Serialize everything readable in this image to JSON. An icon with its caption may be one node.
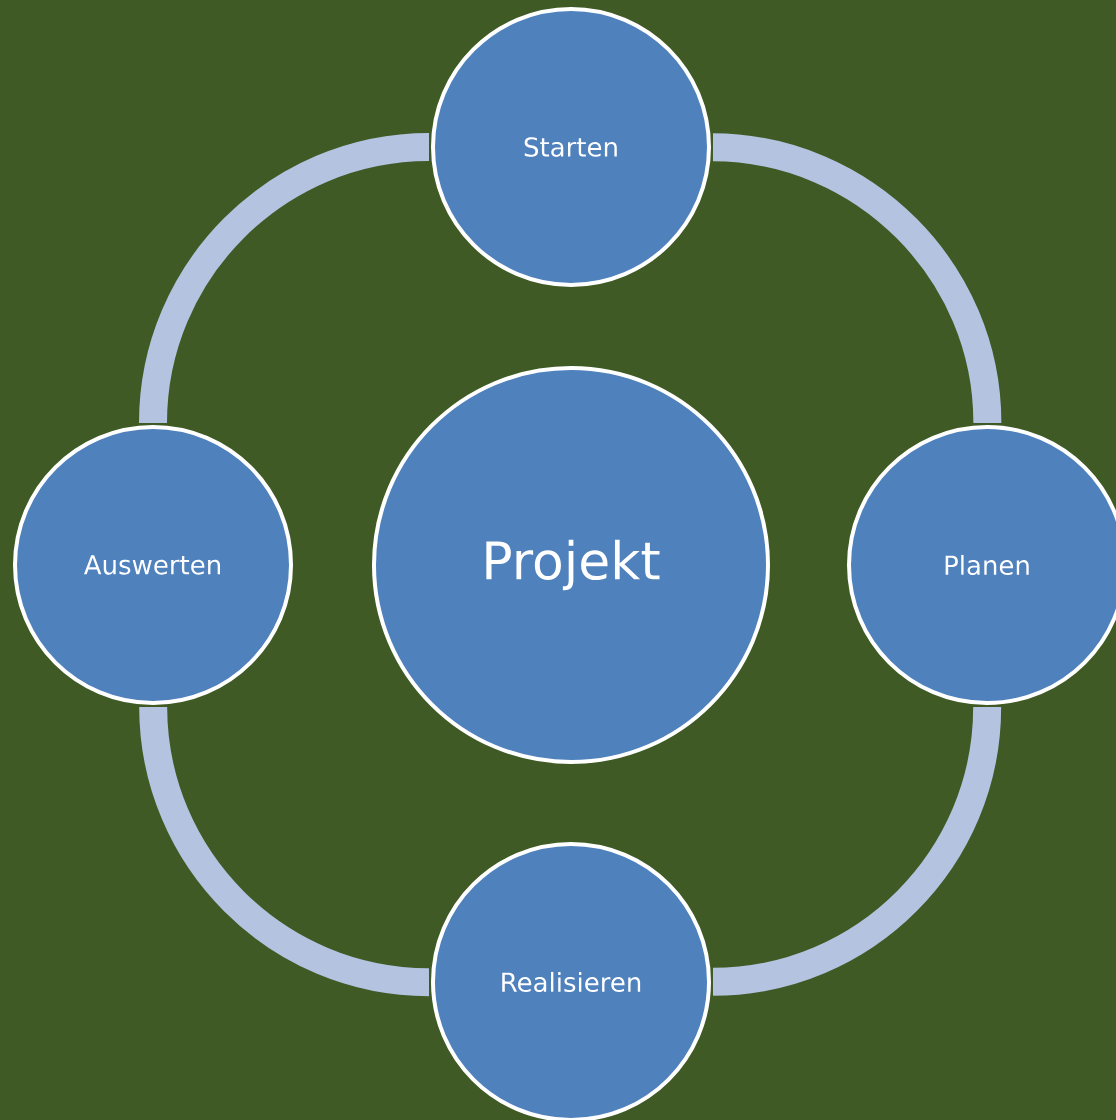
{
  "diagram": {
    "nodes": [
      {
        "text": [
          "Projekt"
        ]
      },
      {
        "text": [
          "Starten"
        ]
      },
      {
        "text": [
          "Planen"
        ]
      },
      {
        "text": [
          "Realisieren"
        ]
      },
      {
        "text": [
          "Auswerten"
        ]
      }
    ],
    "edges": [
      {
        "from": 1,
        "to": 2,
        "arrow": "none"
      },
      {
        "from": 2,
        "to": 3,
        "arrow": "none"
      },
      {
        "from": 3,
        "to": 4,
        "arrow": "none"
      },
      {
        "from": 4,
        "to": 1,
        "arrow": "none"
      }
    ]
  }
}
